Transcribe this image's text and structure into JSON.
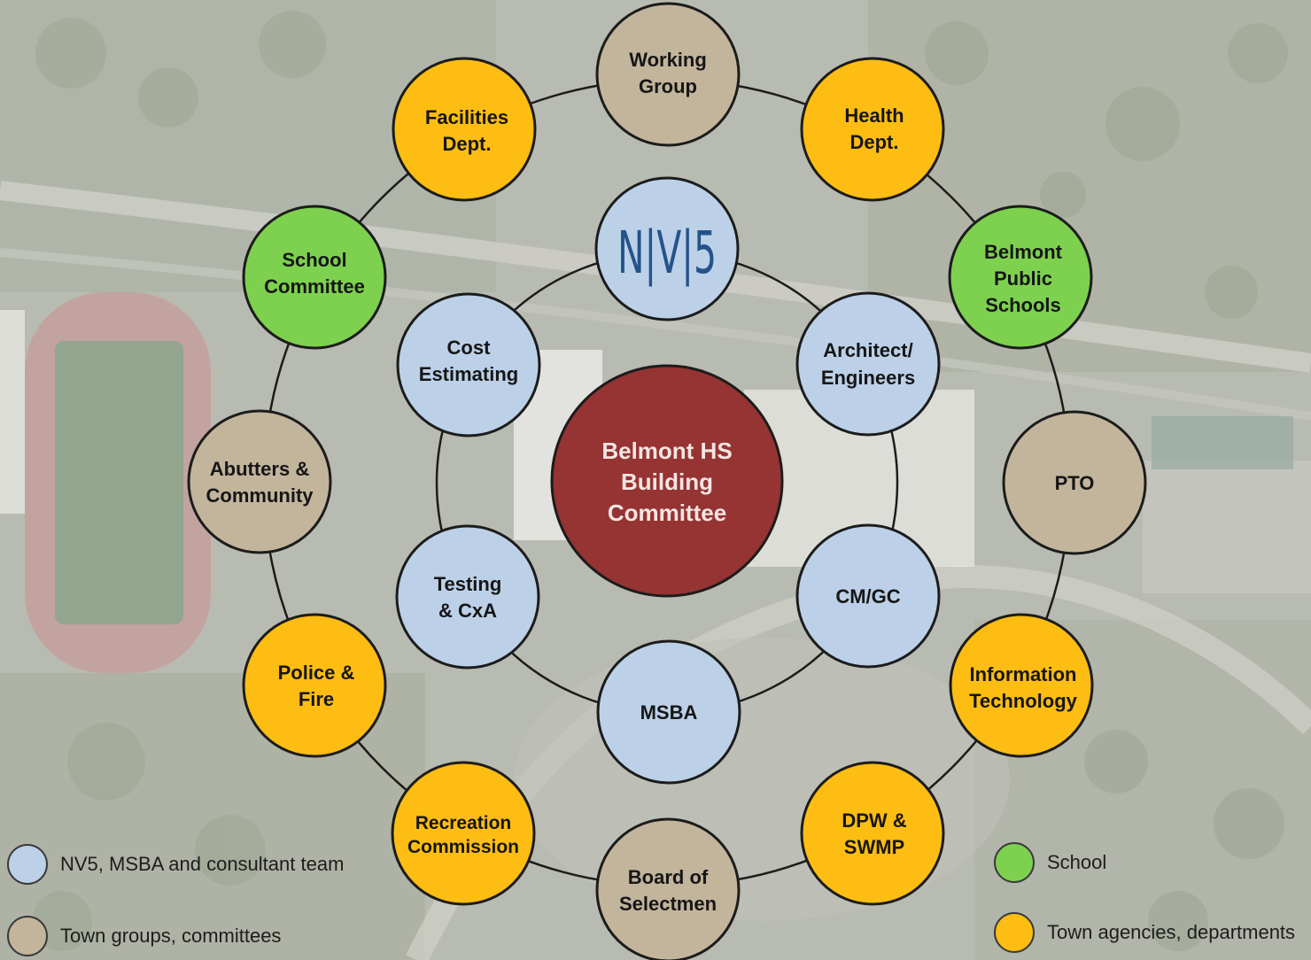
{
  "colors": {
    "consultant": "#bcd1e8",
    "town_group": "#c3b59c",
    "school": "#7dd14f",
    "agency": "#fdbd12",
    "center": "#963333",
    "center_text": "#f3e6e2",
    "ring_line": "#1c1c1c",
    "node_text": "#161616",
    "logo": "#24538a"
  },
  "center": {
    "lines": [
      "Belmont HS",
      "Building",
      "Committee"
    ]
  },
  "inner_ring": [
    {
      "id": "nv5",
      "logo": "N|V|5",
      "category": "consultant"
    },
    {
      "id": "architect-engineers",
      "lines": [
        "Architect/",
        "Engineers"
      ],
      "category": "consultant"
    },
    {
      "id": "cm-gc",
      "lines": [
        "CM/GC"
      ],
      "category": "consultant"
    },
    {
      "id": "msba",
      "lines": [
        "MSBA"
      ],
      "category": "consultant"
    },
    {
      "id": "testing-cxa",
      "lines": [
        "Testing",
        "& CxA"
      ],
      "category": "consultant"
    },
    {
      "id": "cost-estimating",
      "lines": [
        "Cost",
        "Estimating"
      ],
      "category": "consultant"
    }
  ],
  "outer_ring": [
    {
      "id": "working-group",
      "lines": [
        "Working",
        "Group"
      ],
      "category": "town_group"
    },
    {
      "id": "health-dept",
      "lines": [
        "Health",
        "Dept."
      ],
      "category": "agency"
    },
    {
      "id": "belmont-public-schools",
      "lines": [
        "Belmont",
        "Public",
        "Schools"
      ],
      "category": "school"
    },
    {
      "id": "pto",
      "lines": [
        "PTO"
      ],
      "category": "town_group"
    },
    {
      "id": "information-technology",
      "lines": [
        "Information",
        "Technology"
      ],
      "category": "agency"
    },
    {
      "id": "dpw-swmp",
      "lines": [
        "DPW &",
        "SWMP"
      ],
      "category": "agency"
    },
    {
      "id": "board-of-selectmen",
      "lines": [
        "Board of",
        "Selectmen"
      ],
      "category": "town_group"
    },
    {
      "id": "recreation-commission",
      "lines": [
        "Recreation",
        "Commission"
      ],
      "category": "agency"
    },
    {
      "id": "police-fire",
      "lines": [
        "Police &",
        "Fire"
      ],
      "category": "agency"
    },
    {
      "id": "abutters-community",
      "lines": [
        "Abutters &",
        "Community"
      ],
      "category": "town_group"
    },
    {
      "id": "school-committee",
      "lines": [
        "School",
        "Committee"
      ],
      "category": "school"
    },
    {
      "id": "facilities-dept",
      "lines": [
        "Facilities",
        "Dept."
      ],
      "category": "agency"
    }
  ],
  "legend": [
    {
      "id": "consultant",
      "label": "NV5, MSBA and consultant team"
    },
    {
      "id": "town_group",
      "label": "Town groups, committees"
    },
    {
      "id": "school",
      "label": "School"
    },
    {
      "id": "agency",
      "label": "Town agencies, departments"
    }
  ]
}
